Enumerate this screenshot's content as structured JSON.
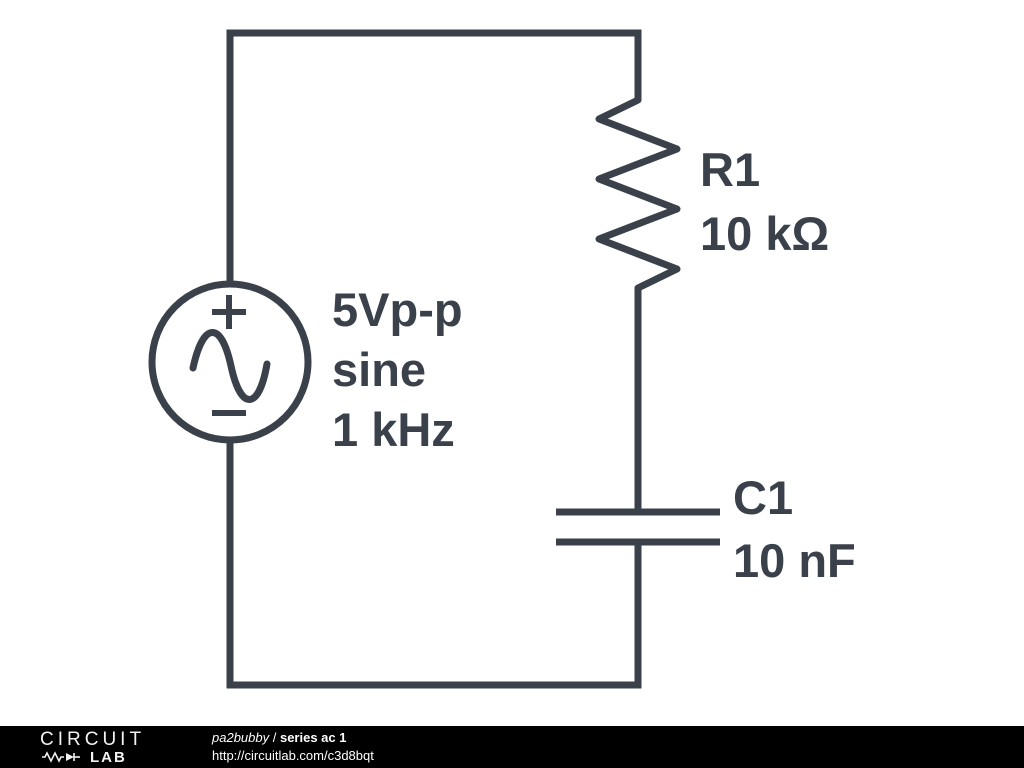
{
  "diagram": {
    "source": {
      "label_line1": "5Vp-p",
      "label_line2": "sine",
      "label_line3": "1 kHz"
    },
    "resistor": {
      "name": "R1",
      "value": "10 kΩ"
    },
    "capacitor": {
      "name": "C1",
      "value": "10 nF"
    }
  },
  "footer": {
    "logo_top": "CIRCUIT",
    "logo_bottom": "LAB",
    "author": "pa2bubby",
    "separator": " / ",
    "title": "series ac 1",
    "url": "http://circuitlab.com/c3d8bqt"
  },
  "colors": {
    "wire": "#3a414b",
    "background": "#ffffff",
    "footer_background": "#000000",
    "footer_text": "#ffffff"
  }
}
